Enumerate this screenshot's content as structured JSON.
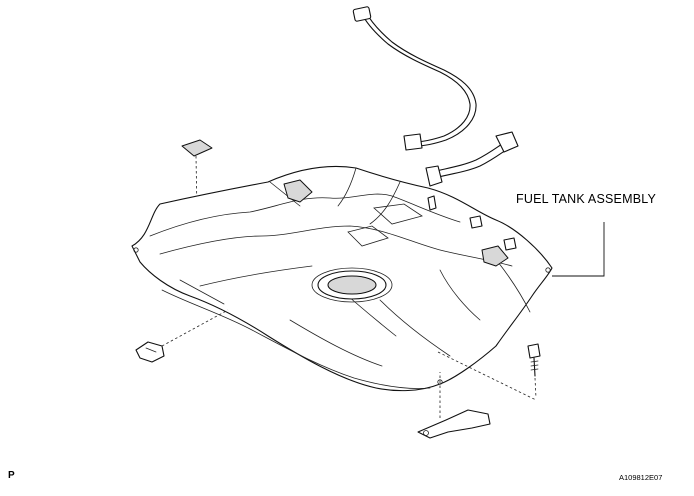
{
  "diagram": {
    "callout_label": "FUEL TANK ASSEMBLY",
    "corner_label": "P",
    "figure_id": "A109812E07"
  },
  "icons": {
    "fuel_tank": "fuel-tank-icon",
    "breather_hose": "hose-icon",
    "vent_hose": "hose-icon",
    "cushion": "cushion-pad-icon",
    "clip": "clip-icon",
    "bolt": "bolt-icon",
    "bracket": "bracket-icon"
  }
}
